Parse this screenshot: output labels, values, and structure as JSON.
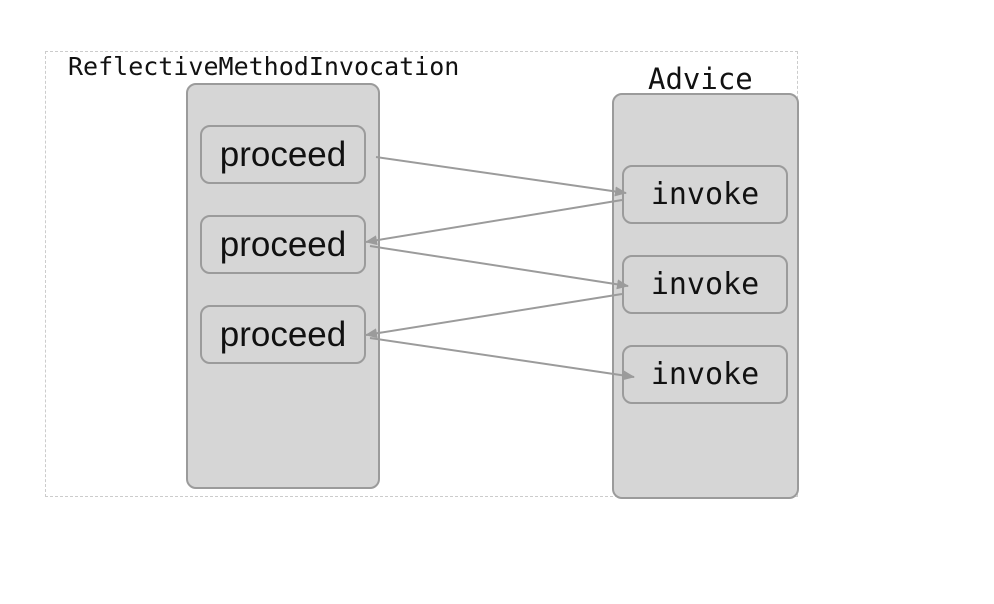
{
  "outer_label": "ReflectiveMethodInvocation",
  "advice_label": "Advice",
  "proceed_boxes": [
    "proceed",
    "proceed",
    "proceed"
  ],
  "invoke_boxes": [
    "invoke",
    "invoke",
    "invoke"
  ],
  "colors": {
    "box_fill": "#d6d6d6",
    "box_border": "#9b9b9b",
    "arrow": "#9b9b9b",
    "frame": "#cccccc"
  }
}
